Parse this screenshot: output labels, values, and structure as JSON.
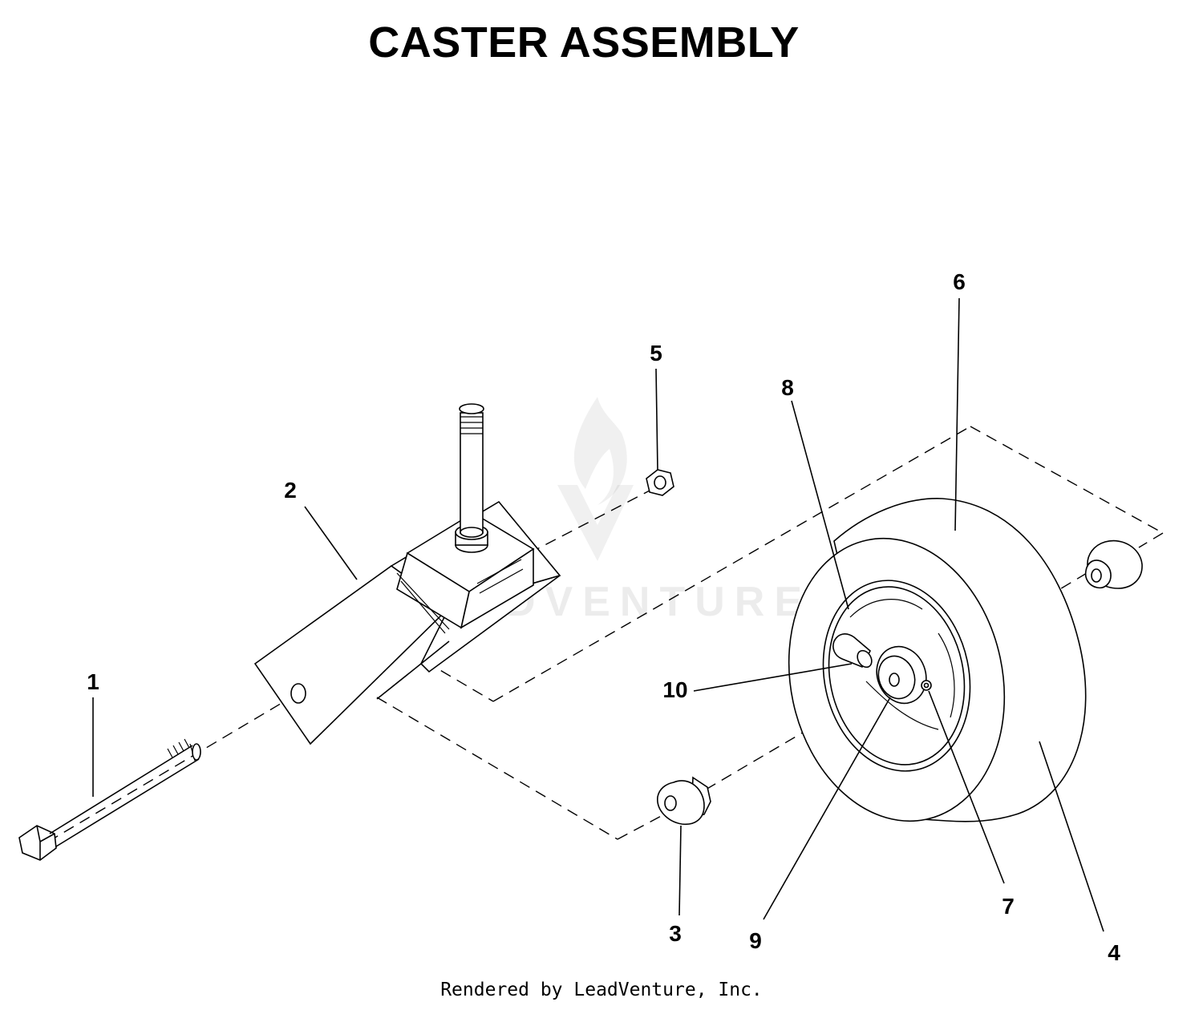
{
  "title": "CASTER ASSEMBLY",
  "footer": "Rendered by LeadVenture, Inc.",
  "watermark": "LEADVENTURE",
  "callouts": [
    "1",
    "2",
    "3",
    "4",
    "5",
    "6",
    "7",
    "8",
    "9",
    "10"
  ]
}
